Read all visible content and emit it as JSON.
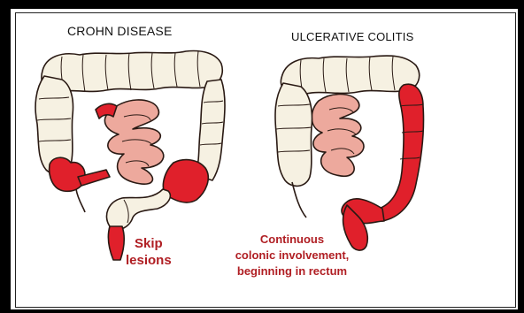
{
  "panels": [
    {
      "title": "CROHN DISEASE",
      "caption_lines": [
        "Skip",
        "lesions"
      ]
    },
    {
      "title": "ULCERATIVE COLITIS",
      "caption_lines": [
        "Continuous",
        "colonic involvement,",
        "beginning in rectum"
      ]
    }
  ],
  "colors": {
    "colon_wall": "#f6f1e2",
    "outline": "#2a1a14",
    "small_bowel": "#eda99d",
    "inflamed": "#e0202b",
    "caption": "#b01e23"
  }
}
